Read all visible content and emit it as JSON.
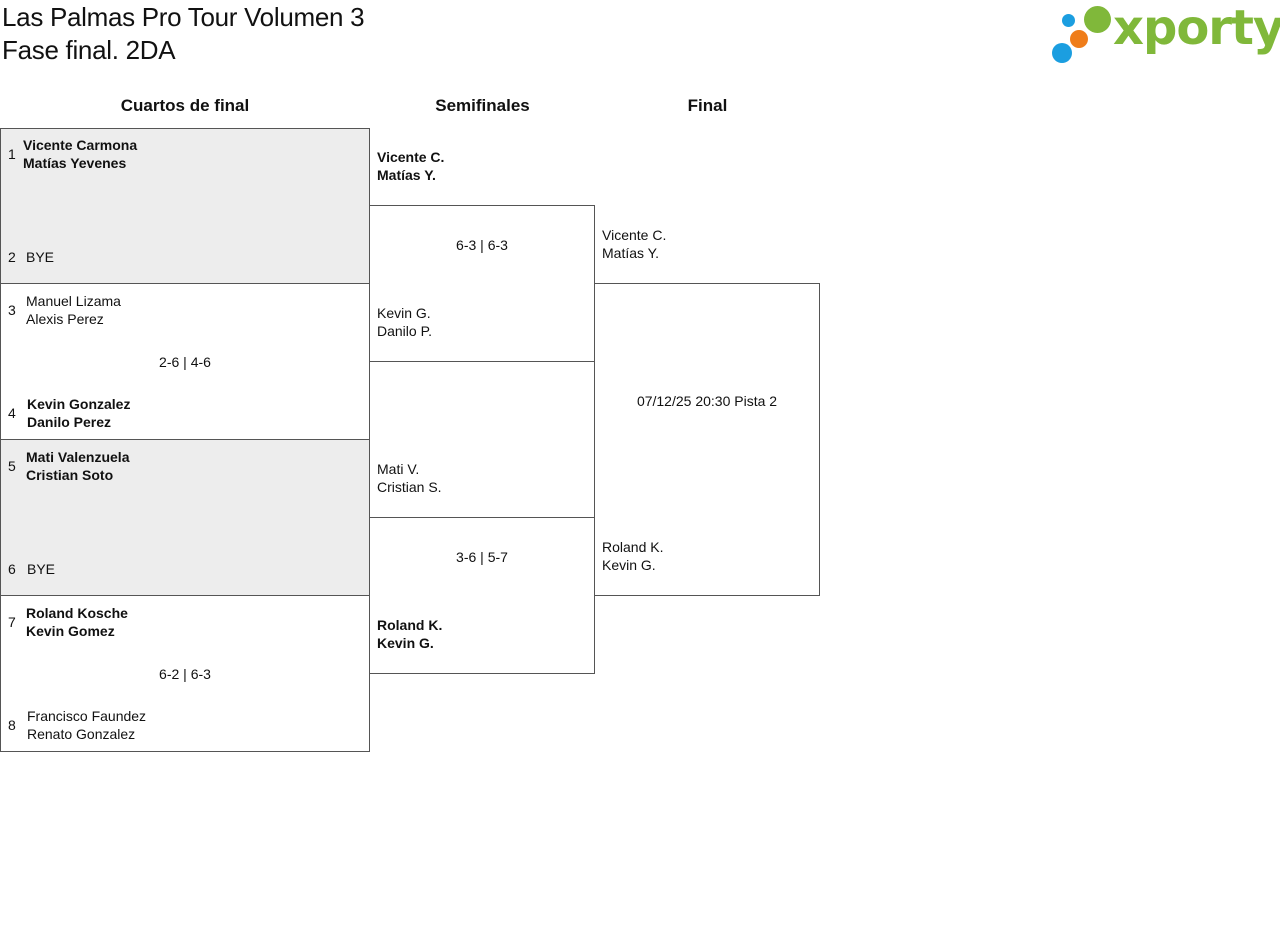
{
  "header": {
    "title_line1": "Las Palmas Pro Tour Volumen 3",
    "title_line2": "Fase final. 2DA"
  },
  "brand": {
    "name": "xporty",
    "colors": {
      "green": "#80b83a",
      "blue": "#1b9ee0",
      "orange": "#ef7d1a"
    }
  },
  "rounds": {
    "quarterfinals": "Cuartos de final",
    "semifinals": "Semifinales",
    "final": "Final"
  },
  "quarterfinals": [
    {
      "top": {
        "seed": "1",
        "p1": "Vicente Carmona",
        "p2": "Matías Yevenes"
      },
      "bottom": {
        "seed": "2",
        "p1": "BYE"
      },
      "score": ""
    },
    {
      "top": {
        "seed": "3",
        "p1": "Manuel Lizama",
        "p2": "Alexis Perez"
      },
      "bottom": {
        "seed": "4",
        "p1": "Kevin Gonzalez",
        "p2": "Danilo Perez"
      },
      "score": "2-6 | 4-6"
    },
    {
      "top": {
        "seed": "5",
        "p1": "Mati Valenzuela",
        "p2": "Cristian Soto"
      },
      "bottom": {
        "seed": "6",
        "p1": "BYE"
      },
      "score": ""
    },
    {
      "top": {
        "seed": "7",
        "p1": "Roland Kosche",
        "p2": "Kevin Gomez"
      },
      "bottom": {
        "seed": "8",
        "p1": "Francisco Faundez",
        "p2": "Renato Gonzalez"
      },
      "score": "6-2 | 6-3"
    }
  ],
  "semifinals": [
    {
      "top": {
        "p1": "Vicente C.",
        "p2": "Matías Y."
      },
      "bottom": {
        "p1": "Kevin G.",
        "p2": "Danilo P."
      },
      "score": "6-3 | 6-3"
    },
    {
      "top": {
        "p1": "Mati V.",
        "p2": "Cristian S."
      },
      "bottom": {
        "p1": "Roland K.",
        "p2": "Kevin G."
      },
      "score": "3-6 | 5-7"
    }
  ],
  "final": {
    "top": {
      "p1": "Vicente C.",
      "p2": "Matías Y."
    },
    "bottom": {
      "p1": "Roland K.",
      "p2": "Kevin G."
    },
    "schedule": "07/12/25 20:30 Pista 2"
  }
}
